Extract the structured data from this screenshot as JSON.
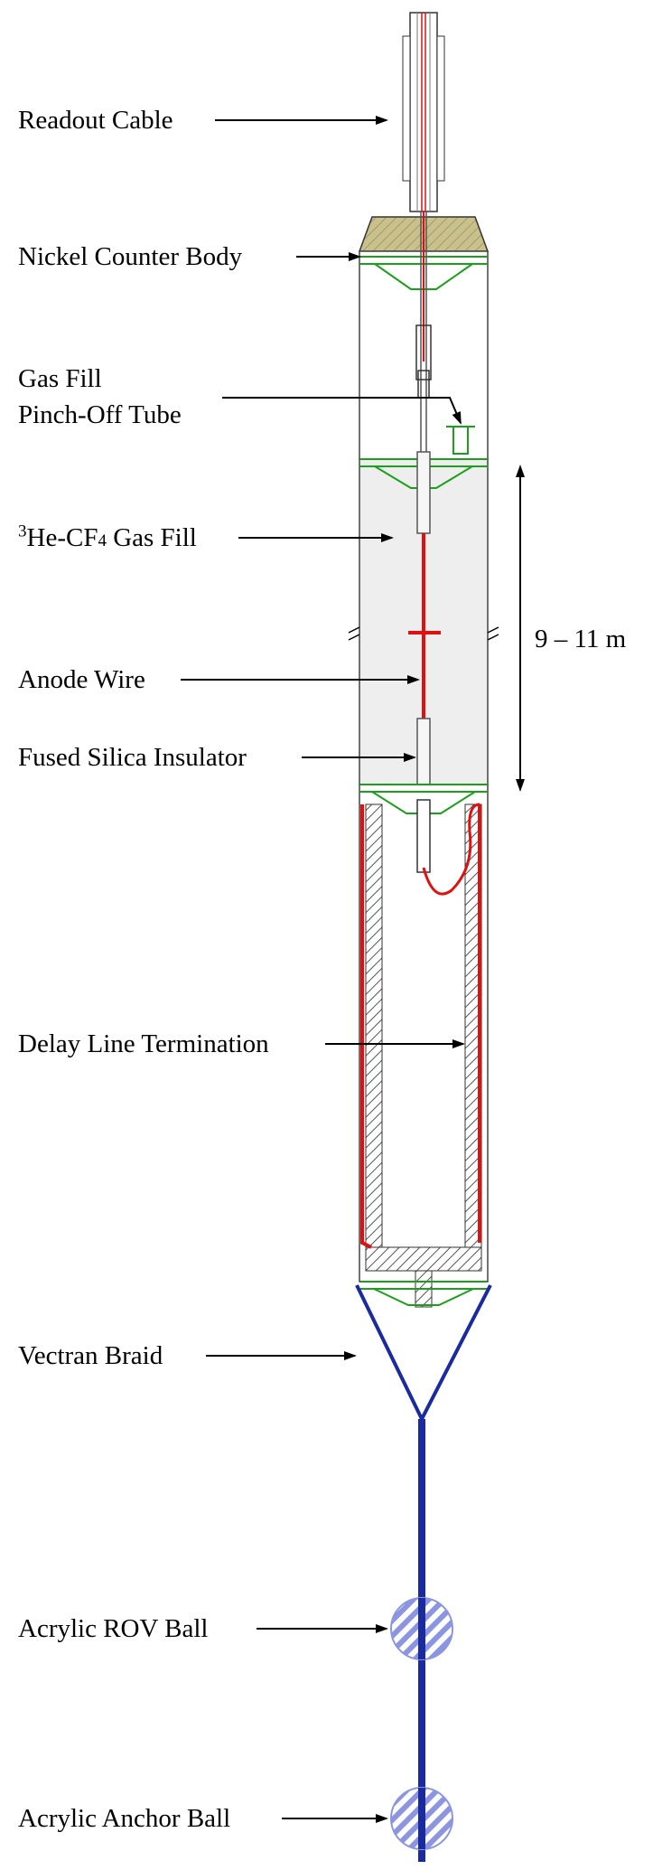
{
  "labels": {
    "readout_cable": "Readout Cable",
    "nickel_counter_body": "Nickel Counter Body",
    "gas_fill_line1": "Gas Fill",
    "gas_fill_line2": "Pinch-Off Tube",
    "gas_fill_sup": "3",
    "gas_fill_mid": "He-CF",
    "gas_fill_sub": "4",
    "gas_fill_tail": " Gas Fill",
    "anode_wire": "Anode Wire",
    "fused_silica_insulator": "Fused Silica Insulator",
    "delay_line_termination": "Delay Line Termination",
    "vectran_braid": "Vectran Braid",
    "acrylic_rov_ball": "Acrylic ROV Ball",
    "acrylic_anchor_ball": "Acrylic Anchor Ball",
    "length_dimension": "9 – 11 m"
  },
  "colors": {
    "tube_fill": "#eeeeee",
    "anode_red": "#e01010",
    "endcap_green": "#1aa01a",
    "braid_blue": "#1a2aa0",
    "ball_blue": "#8c96e0",
    "nickel_cap": "#c9c08a"
  }
}
